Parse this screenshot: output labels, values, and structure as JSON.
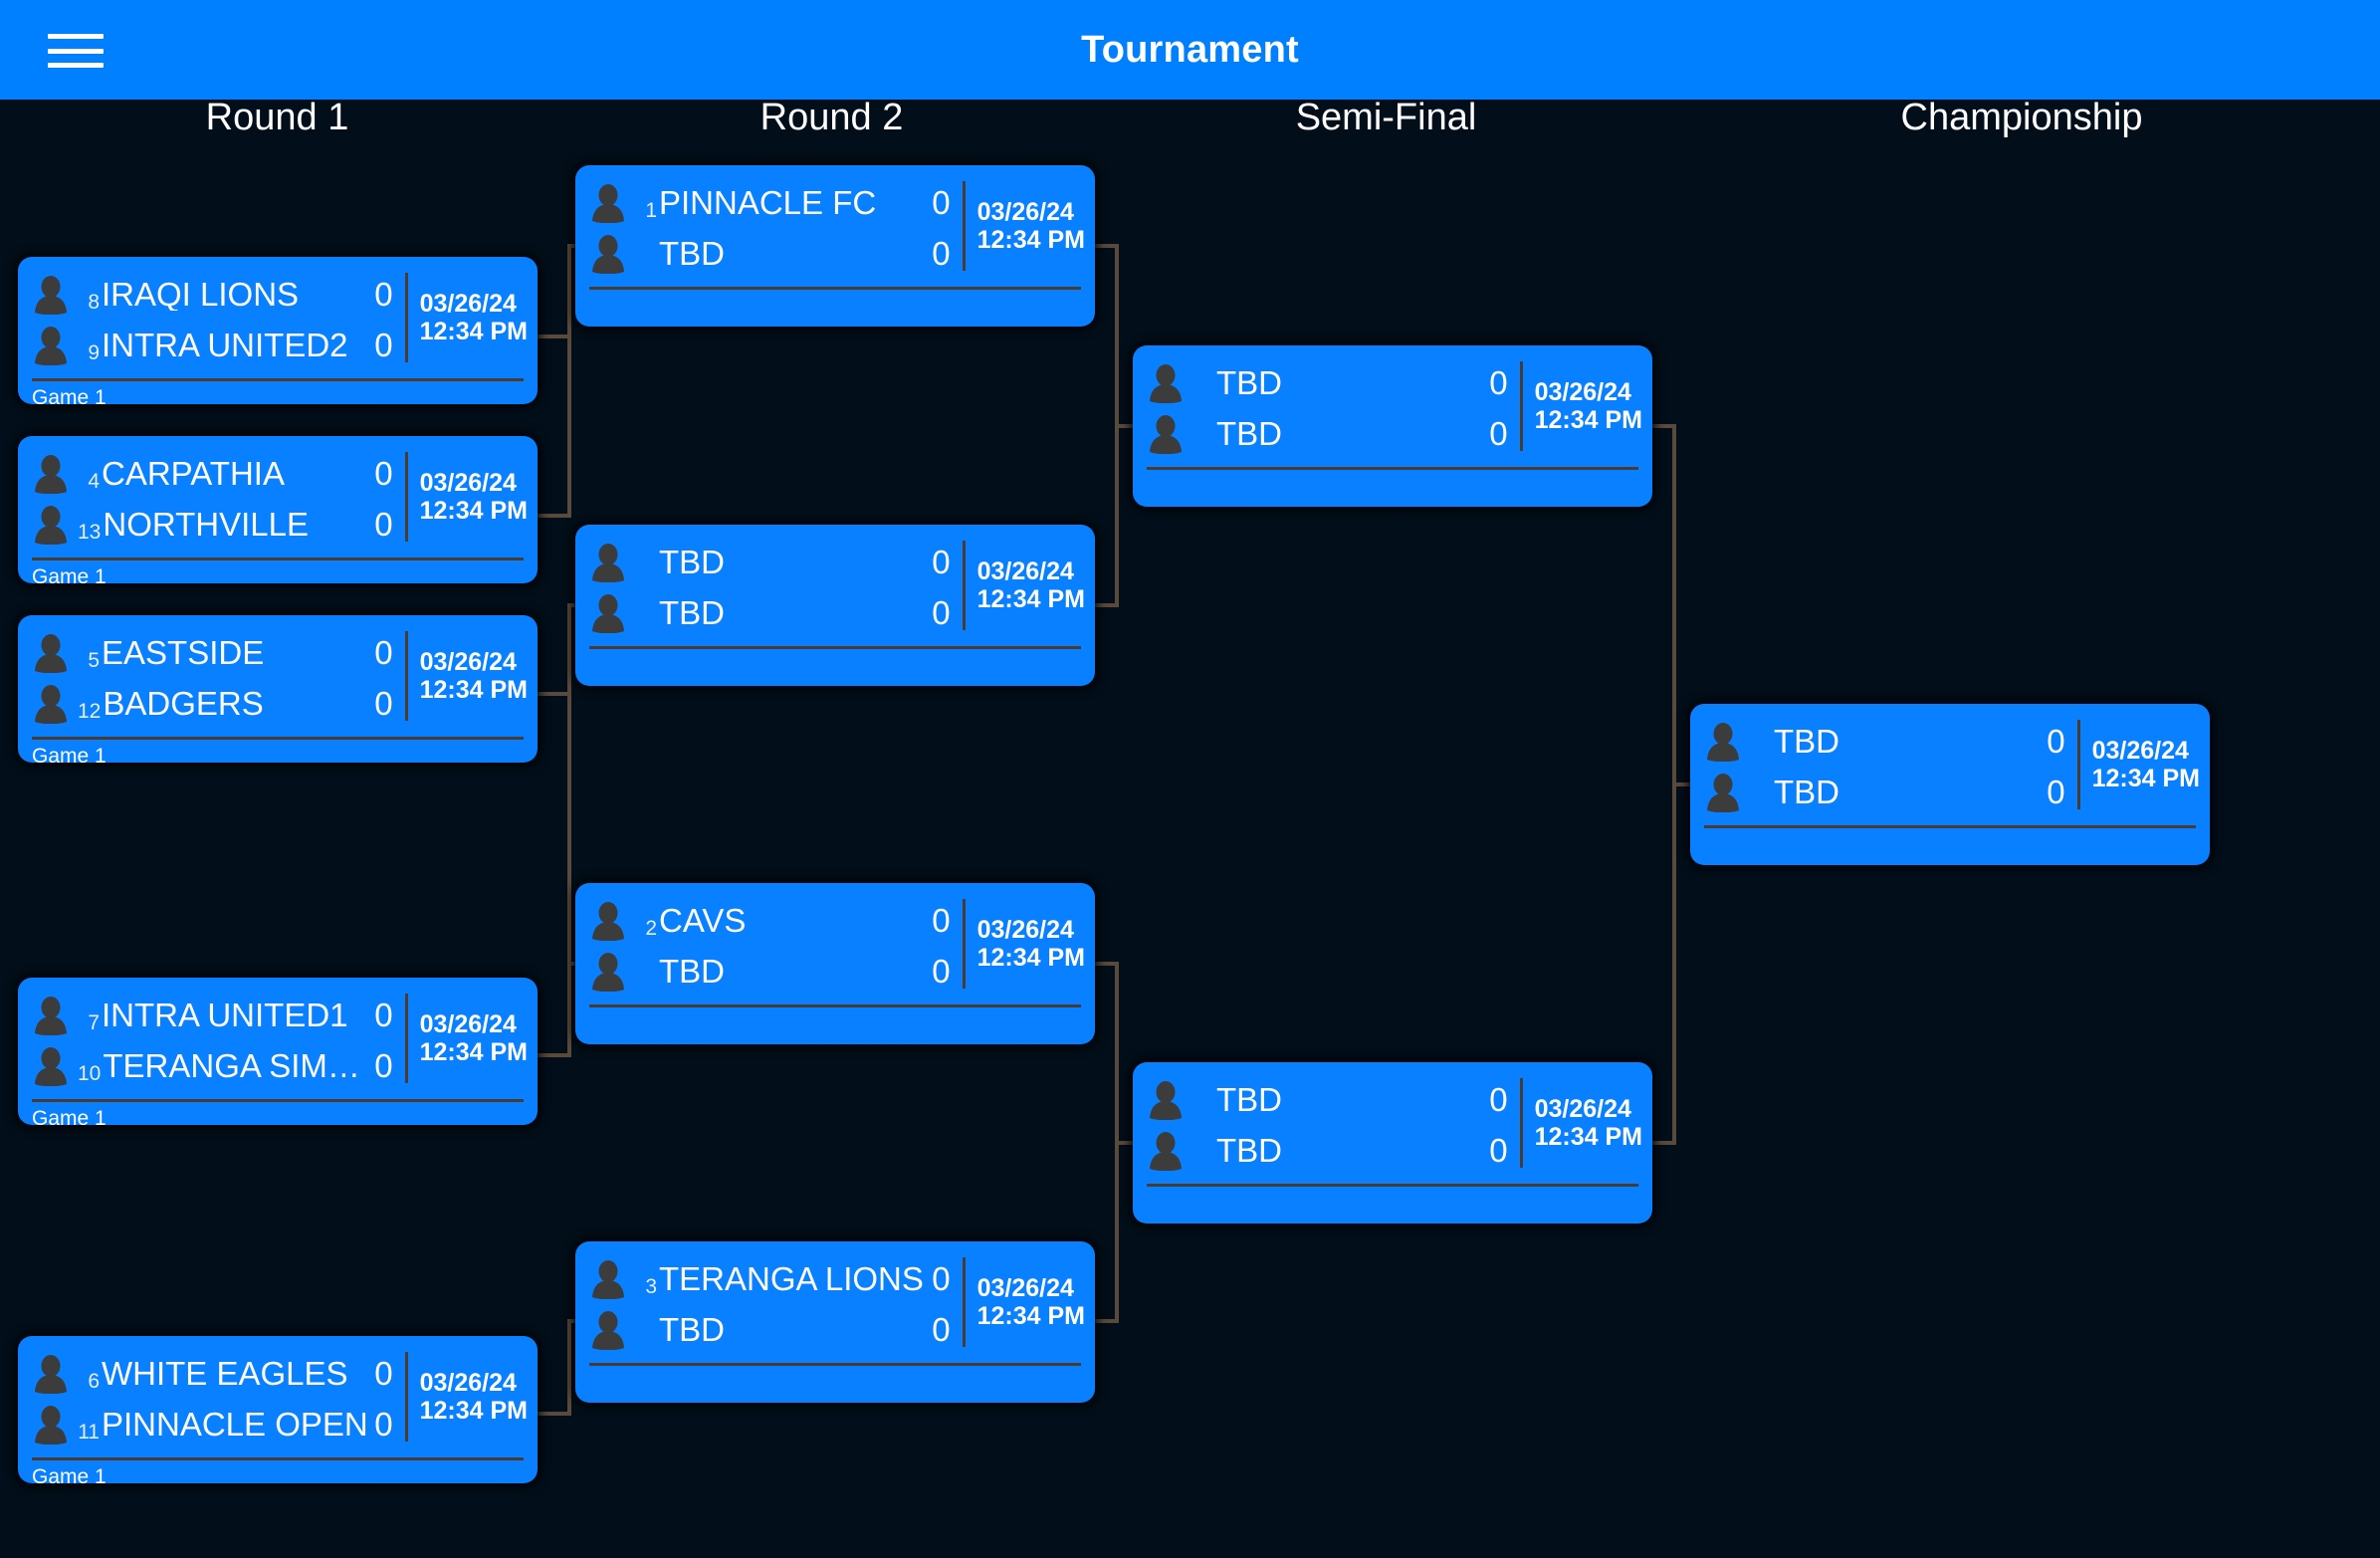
{
  "appbar": {
    "title": "Tournament",
    "menu_icon": "hamburger-menu-icon",
    "background_color": "#0080ff"
  },
  "theme": {
    "background_color": "#020e19",
    "card_color": "#0880ff",
    "connector_color": "#5a4a3c",
    "divider_color": "#4a3b30",
    "text_color": "#ffffff",
    "avatar_color": "#3c3c3c"
  },
  "rounds": [
    {
      "id": "round-1",
      "label": "Round 1"
    },
    {
      "id": "round-2",
      "label": "Round 2"
    },
    {
      "id": "semi-final",
      "label": "Semi-Final"
    },
    {
      "id": "championship",
      "label": "Championship"
    }
  ],
  "matches": {
    "r1m1": {
      "round": "Round 1",
      "teams": [
        {
          "seed": "8",
          "name": "IRAQI LIONS",
          "score": "0"
        },
        {
          "seed": "9",
          "name": "INTRA UNITED2",
          "score": "0"
        }
      ],
      "date": "03/26/24",
      "time": "12:34 PM",
      "footer": "Game 1"
    },
    "r1m2": {
      "round": "Round 1",
      "teams": [
        {
          "seed": "4",
          "name": "CARPATHIA",
          "score": "0"
        },
        {
          "seed": "13",
          "name": "NORTHVILLE",
          "score": "0"
        }
      ],
      "date": "03/26/24",
      "time": "12:34 PM",
      "footer": "Game 1"
    },
    "r1m3": {
      "round": "Round 1",
      "teams": [
        {
          "seed": "5",
          "name": "EASTSIDE",
          "score": "0"
        },
        {
          "seed": "12",
          "name": "BADGERS",
          "score": "0"
        }
      ],
      "date": "03/26/24",
      "time": "12:34 PM",
      "footer": "Game 1"
    },
    "r1m4": {
      "round": "Round 1",
      "teams": [
        {
          "seed": "7",
          "name": "INTRA UNITED1",
          "score": "0"
        },
        {
          "seed": "10",
          "name": "TERANGA SIM…",
          "score": "0"
        }
      ],
      "date": "03/26/24",
      "time": "12:34 PM",
      "footer": "Game 1"
    },
    "r1m5": {
      "round": "Round 1",
      "teams": [
        {
          "seed": "6",
          "name": "WHITE EAGLES",
          "score": "0"
        },
        {
          "seed": "11",
          "name": "PINNACLE OPEN",
          "score": "0"
        }
      ],
      "date": "03/26/24",
      "time": "12:34 PM",
      "footer": "Game 1"
    },
    "r2m1": {
      "round": "Round 2",
      "teams": [
        {
          "seed": "1",
          "name": "PINNACLE FC",
          "score": "0"
        },
        {
          "seed": "",
          "name": "TBD",
          "score": "0"
        }
      ],
      "date": "03/26/24",
      "time": "12:34 PM",
      "footer": ""
    },
    "r2m2": {
      "round": "Round 2",
      "teams": [
        {
          "seed": "",
          "name": "TBD",
          "score": "0"
        },
        {
          "seed": "",
          "name": "TBD",
          "score": "0"
        }
      ],
      "date": "03/26/24",
      "time": "12:34 PM",
      "footer": ""
    },
    "r2m3": {
      "round": "Round 2",
      "teams": [
        {
          "seed": "2",
          "name": "CAVS",
          "score": "0"
        },
        {
          "seed": "",
          "name": "TBD",
          "score": "0"
        }
      ],
      "date": "03/26/24",
      "time": "12:34 PM",
      "footer": ""
    },
    "r2m4": {
      "round": "Round 2",
      "teams": [
        {
          "seed": "3",
          "name": "TERANGA LIONS",
          "score": "0"
        },
        {
          "seed": "",
          "name": "TBD",
          "score": "0"
        }
      ],
      "date": "03/26/24",
      "time": "12:34 PM",
      "footer": ""
    },
    "sf1": {
      "round": "Semi-Final",
      "teams": [
        {
          "seed": "",
          "name": "TBD",
          "score": "0"
        },
        {
          "seed": "",
          "name": "TBD",
          "score": "0"
        }
      ],
      "date": "03/26/24",
      "time": "12:34 PM",
      "footer": ""
    },
    "sf2": {
      "round": "Semi-Final",
      "teams": [
        {
          "seed": "",
          "name": "TBD",
          "score": "0"
        },
        {
          "seed": "",
          "name": "TBD",
          "score": "0"
        }
      ],
      "date": "03/26/24",
      "time": "12:34 PM",
      "footer": ""
    },
    "ch1": {
      "round": "Championship",
      "teams": [
        {
          "seed": "",
          "name": "TBD",
          "score": "0"
        },
        {
          "seed": "",
          "name": "TBD",
          "score": "0"
        }
      ],
      "date": "03/26/24",
      "time": "12:34 PM",
      "footer": ""
    }
  }
}
